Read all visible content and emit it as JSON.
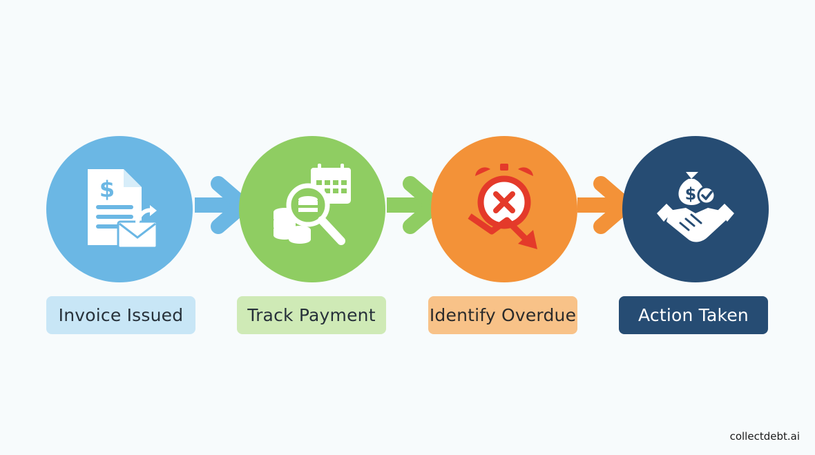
{
  "steps": [
    {
      "label": "Invoice Issued",
      "icon": "invoice-mail-icon",
      "circle_color": "#6bb7e4",
      "label_bg": "#c8e6f6",
      "label_color": "#27313a"
    },
    {
      "label": "Track Payment",
      "icon": "coins-search-calendar-icon",
      "circle_color": "#8fcd62",
      "label_bg": "#cfeab6",
      "label_color": "#27313a"
    },
    {
      "label": "Identify Overdue",
      "icon": "alarm-clock-downtrend-icon",
      "circle_color": "#f39238",
      "label_bg": "#f8c288",
      "label_color": "#2b2b2b"
    },
    {
      "label": "Action Taken",
      "icon": "handshake-moneybag-icon",
      "circle_color": "#264c73",
      "label_bg": "#264c73",
      "label_color": "#ffffff"
    }
  ],
  "arrows": [
    {
      "color": "#6bb7e4"
    },
    {
      "color": "#8fcd62"
    },
    {
      "color": "#f39238"
    }
  ],
  "brand": "collectdebt.ai"
}
